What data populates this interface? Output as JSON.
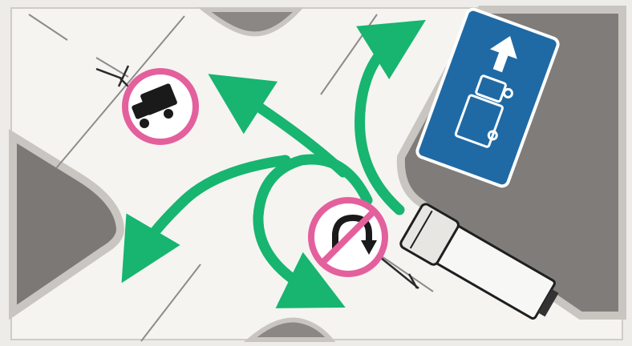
{
  "diagram": {
    "signs": [
      {
        "id": "no-trucks",
        "type": "prohibitory",
        "icon": "truck-icon",
        "ring_color": "#e3609d"
      },
      {
        "id": "no-u-turn",
        "type": "prohibitory",
        "icon": "u-turn-arrow-icon",
        "ring_color": "#e3609d"
      },
      {
        "id": "lane-direction-trucks",
        "type": "informational",
        "icon": "up-arrow-truck-icon",
        "background_color": "#1f6aa5"
      }
    ],
    "vehicle": {
      "type": "truck",
      "icon": "truck-icon"
    },
    "maneuvers": [
      {
        "id": "straight",
        "allowed": true
      },
      {
        "id": "left-turn-up",
        "allowed": true
      },
      {
        "id": "left-turn-down",
        "allowed": true
      },
      {
        "id": "u-turn",
        "allowed": true
      }
    ],
    "colors": {
      "arrow": "#17b56f",
      "road": "#f4f3ef",
      "block": "#7a7775",
      "curb": "#bdbab6",
      "sign_blue": "#1f6aa5",
      "prohibit_ring": "#e3609d"
    }
  }
}
